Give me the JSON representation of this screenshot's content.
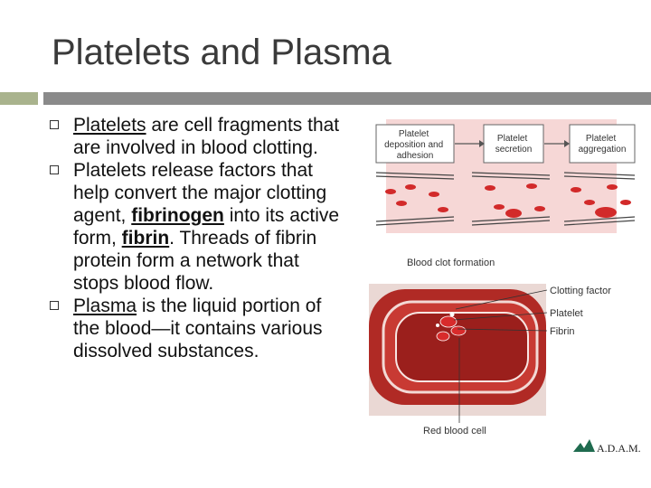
{
  "slide": {
    "title": "Platelets and Plasma",
    "bullets": [
      {
        "lead": "Platelets",
        "rest": " are cell fragments that are involved in blood clotting."
      },
      {
        "pre": "Platelets release factors that help convert the major clotting agent, ",
        "term1": "fibrinogen",
        "mid": " into its active form, ",
        "term2": "fibrin",
        "post": ". Threads of fibrin protein form a network that stops blood flow."
      },
      {
        "lead": "Plasma",
        "rest": " is the liquid portion of the blood—it contains various dissolved substances."
      }
    ]
  },
  "figure": {
    "step1": [
      "Platelet",
      "deposition and",
      "adhesion"
    ],
    "step2": [
      "Platelet",
      "secretion"
    ],
    "step3": [
      "Platelet",
      "aggregation"
    ],
    "clot_title": "Blood clot formation",
    "labels": {
      "clotting_factor": "Clotting factor",
      "platelet": "Platelet",
      "fibrin": "Fibrin",
      "red_blood_cell": "Red blood cell"
    },
    "credit": "A.D.A.M."
  },
  "colors": {
    "title": "#3a3a3a",
    "accent_rule": "#a9b38d",
    "gray_rule": "#8a8a8a",
    "vessel_red": "#b02a25",
    "panel_pink": "#f6d7d6"
  }
}
